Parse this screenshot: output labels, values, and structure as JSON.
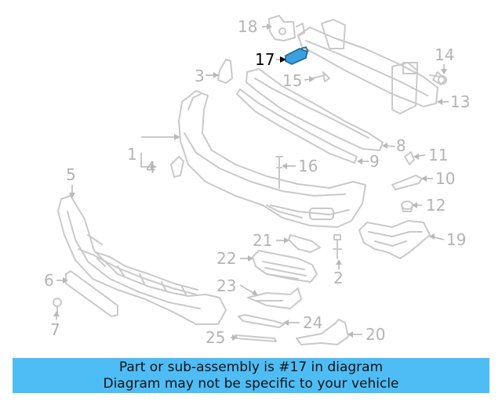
{
  "callouts": [
    "1",
    "2",
    "3",
    "4",
    "5",
    "6",
    "7",
    "8",
    "9",
    "10",
    "11",
    "12",
    "13",
    "14",
    "15",
    "16",
    "17",
    "18",
    "19",
    "20",
    "21",
    "22",
    "23",
    "24",
    "25"
  ],
  "highlight": "17",
  "colors": {
    "highlight_part": "#3aa0e0",
    "banner": "#4fbdf5",
    "callout": "#b4b4b4"
  },
  "banner": {
    "line1": "Part or sub-assembly is #17 in diagram",
    "line2": "Diagram may not be specific to your vehicle"
  }
}
